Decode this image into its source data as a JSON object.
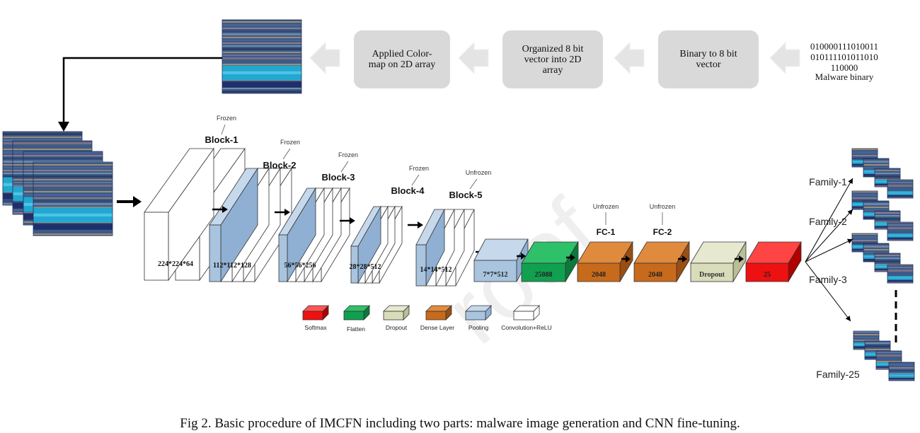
{
  "pipeline": {
    "binary_text": "010000111010011\n010111101011010\n110000",
    "binary_label": "Malware binary",
    "step1": "Binary to 8 bit\nvector",
    "step2": "Organized 8 bit\nvector into 2D\narray",
    "step3": "Applied  Color-\nmap on 2D array"
  },
  "blocks": [
    {
      "name": "Block-1",
      "status": "Frozen",
      "dims": "224*224*64"
    },
    {
      "name": "Block-2",
      "status": "Frozen",
      "dims": "112*112*128"
    },
    {
      "name": "Block-3",
      "status": "Frozen",
      "dims": "56*56*256"
    },
    {
      "name": "Block-4",
      "status": "Frozen",
      "dims": "28*28*512"
    },
    {
      "name": "Block-5",
      "status": "Unfrozen",
      "dims": "14*14*512"
    }
  ],
  "layers": [
    {
      "type": "Pooling",
      "label": "7*7*512",
      "title": "",
      "status": ""
    },
    {
      "type": "Flatten",
      "label": "25088",
      "title": "",
      "status": ""
    },
    {
      "type": "Dense Layer",
      "label": "2048",
      "title": "FC-1",
      "status": "Unfrozen"
    },
    {
      "type": "Dense Layer",
      "label": "2048",
      "title": "FC-2",
      "status": "Unfrozen"
    },
    {
      "type": "Dropout",
      "label": "Dropout",
      "title": "",
      "status": ""
    },
    {
      "type": "Softmax",
      "label": "25",
      "title": "",
      "status": ""
    }
  ],
  "legend": [
    "Softmax",
    "Flatten",
    "Dropout",
    "Dense Layer",
    "Pooling",
    "Convolution+ReLU"
  ],
  "families": [
    "Family-1",
    "Family-2",
    "Family-3",
    "Family-25"
  ],
  "colors": {
    "softmax": "#ee1111",
    "flatten": "#11a050",
    "dropout": "#d8dcb8",
    "dense": "#c86a1c",
    "pooling": "#a9c4df",
    "conv": "#ffffff",
    "process_box": "#d9d9d9",
    "malware_dark": "#1f2f6a",
    "malware_cyan": "#22a8d0"
  },
  "caption": "Fig 2. Basic procedure of IMCFN including two parts: malware image generation and CNN fine-tuning.",
  "watermark": "roof"
}
